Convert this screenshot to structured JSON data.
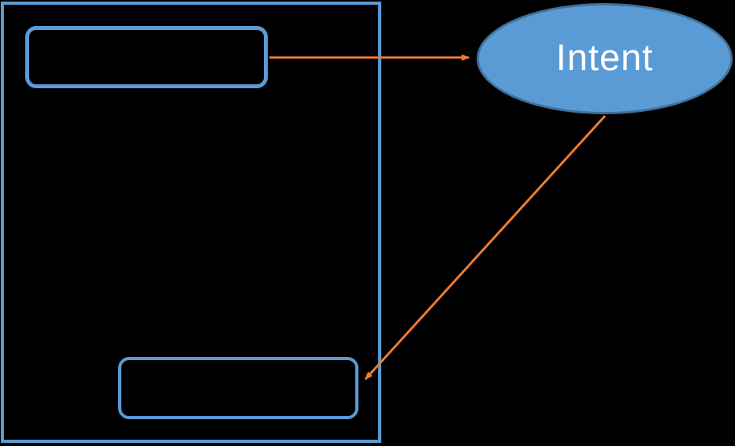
{
  "diagram": {
    "ellipse": {
      "label": "Intent"
    },
    "top_box": {
      "label": ""
    },
    "bottom_box": {
      "label": ""
    },
    "arrows": [
      {
        "from": "top-box",
        "to": "intent-ellipse"
      },
      {
        "from": "intent-ellipse",
        "to": "bottom-box"
      }
    ],
    "colors": {
      "background": "#000000",
      "shape_border_blue": "#5b9bd5",
      "ellipse_fill": "#5b9bd5",
      "ellipse_border": "#41719c",
      "arrow_orange": "#ed7d31",
      "label_text": "#ffffff"
    }
  }
}
